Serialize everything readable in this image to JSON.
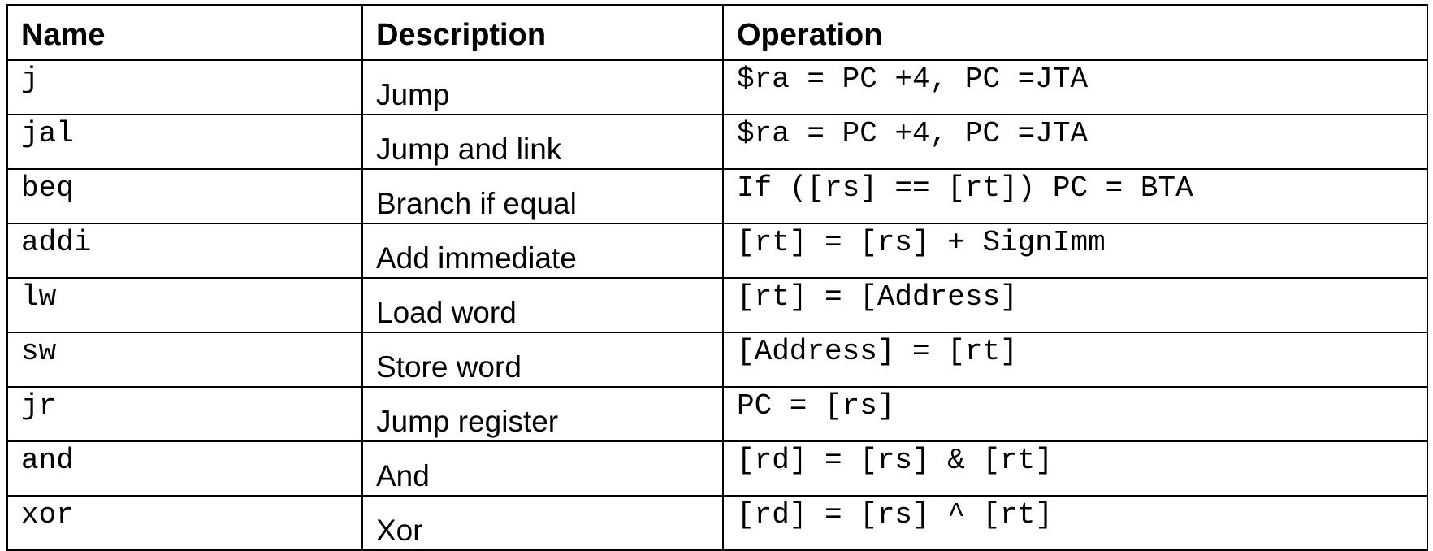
{
  "table": {
    "headers": [
      "Name",
      "Description",
      "Operation"
    ],
    "rows": [
      {
        "name": "j",
        "description": "Jump",
        "operation": "$ra = PC +4, PC =JTA"
      },
      {
        "name": "jal",
        "description": "Jump and link",
        "operation": "$ra = PC +4, PC =JTA"
      },
      {
        "name": "beq",
        "description": "Branch if equal",
        "operation": "If ([rs] == [rt]) PC = BTA"
      },
      {
        "name": "addi",
        "description": "Add immediate",
        "operation": "[rt] = [rs] + SignImm"
      },
      {
        "name": "lw",
        "description": "Load word",
        "operation": "[rt] = [Address]"
      },
      {
        "name": "sw",
        "description": "Store word",
        "operation": "[Address] = [rt]"
      },
      {
        "name": "jr",
        "description": "Jump register",
        "operation": "PC = [rs]"
      },
      {
        "name": "and",
        "description": "And",
        "operation": "[rd] = [rs] & [rt]"
      },
      {
        "name": "xor",
        "description": "Xor",
        "operation": "[rd] = [rs] ^ [rt]"
      }
    ]
  }
}
